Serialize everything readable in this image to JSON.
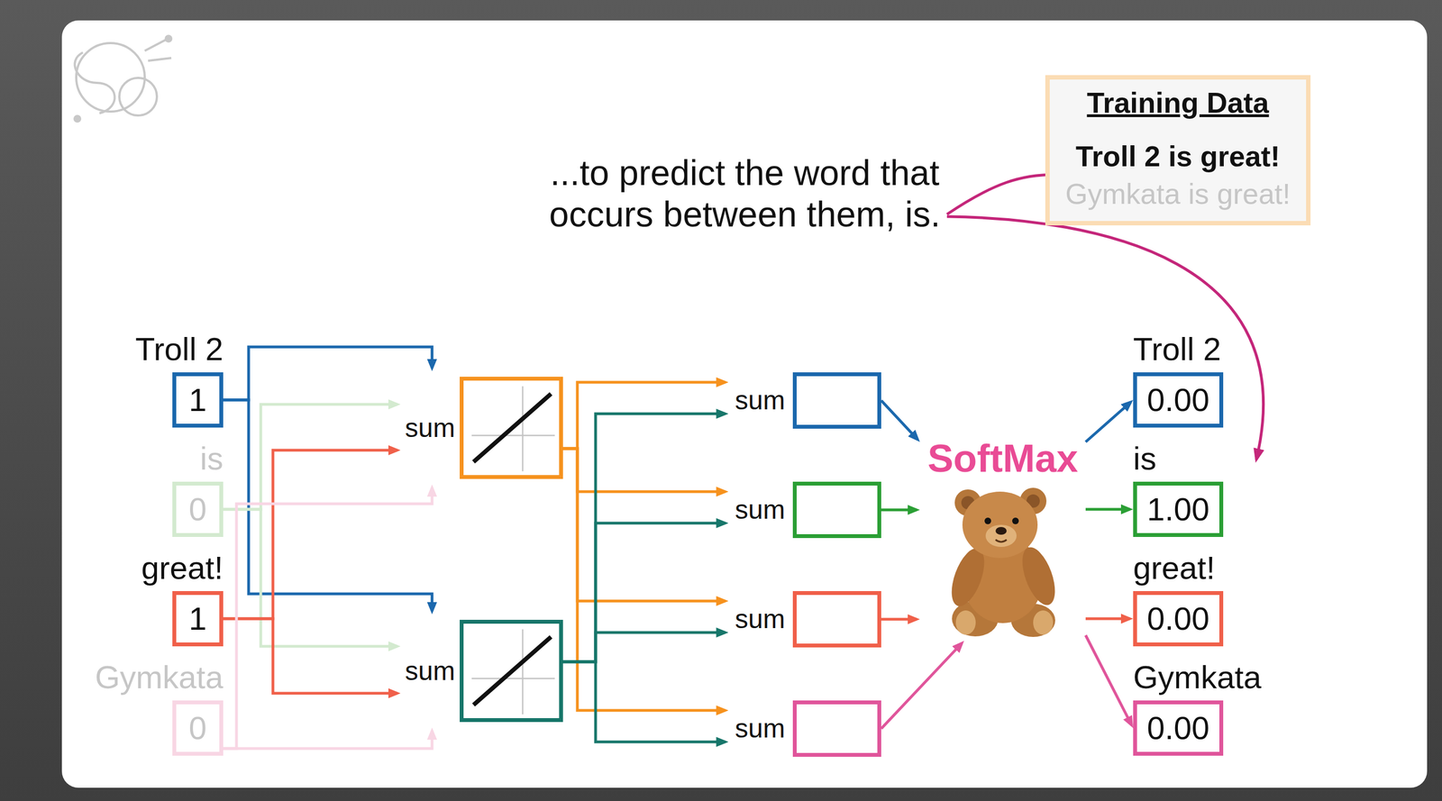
{
  "diagram": {
    "nodes": [
      {
        "text": [
          "Training Data",
          "Troll 2 is great!",
          "Gymkata is great!"
        ]
      },
      {
        "text": [
          "Troll 2",
          "1"
        ]
      },
      {
        "text": [
          "is",
          "0"
        ]
      },
      {
        "text": [
          "great!",
          "1"
        ]
      },
      {
        "text": [
          "Gymkata",
          "0"
        ]
      },
      {
        "text": [
          "sum"
        ]
      },
      {
        "text": [
          "sum"
        ]
      },
      {
        "text": [
          "sum"
        ]
      },
      {
        "text": [
          "sum"
        ]
      },
      {
        "text": [
          "sum"
        ]
      },
      {
        "text": [
          "sum"
        ]
      },
      {
        "text": [
          "SoftMax"
        ]
      },
      {
        "text": [
          "Troll 2",
          "0.00"
        ]
      },
      {
        "text": [
          "is",
          "1.00"
        ]
      },
      {
        "text": [
          "great!",
          "0.00"
        ]
      },
      {
        "text": [
          "Gymkata",
          "0.00"
        ]
      }
    ],
    "edges": [
      {
        "from": 1,
        "to": 5,
        "arrow": "to"
      },
      {
        "from": 1,
        "to": 6,
        "arrow": "to"
      },
      {
        "from": 2,
        "to": 5,
        "arrow": "to"
      },
      {
        "from": 2,
        "to": 6,
        "arrow": "to"
      },
      {
        "from": 3,
        "to": 5,
        "arrow": "to"
      },
      {
        "from": 3,
        "to": 6,
        "arrow": "to"
      },
      {
        "from": 4,
        "to": 5,
        "arrow": "to"
      },
      {
        "from": 4,
        "to": 6,
        "arrow": "to"
      },
      {
        "from": 5,
        "to": 7,
        "arrow": "to"
      },
      {
        "from": 5,
        "to": 8,
        "arrow": "to"
      },
      {
        "from": 5,
        "to": 9,
        "arrow": "to"
      },
      {
        "from": 5,
        "to": 10,
        "arrow": "to"
      },
      {
        "from": 6,
        "to": 7,
        "arrow": "to"
      },
      {
        "from": 6,
        "to": 8,
        "arrow": "to"
      },
      {
        "from": 6,
        "to": 9,
        "arrow": "to"
      },
      {
        "from": 6,
        "to": 10,
        "arrow": "to"
      },
      {
        "from": 7,
        "to": 11,
        "arrow": "to"
      },
      {
        "from": 8,
        "to": 11,
        "arrow": "to"
      },
      {
        "from": 9,
        "to": 11,
        "arrow": "to"
      },
      {
        "from": 10,
        "to": 11,
        "arrow": "to"
      },
      {
        "from": 11,
        "to": 12,
        "arrow": "to"
      },
      {
        "from": 11,
        "to": 13,
        "arrow": "to"
      },
      {
        "from": 11,
        "to": 14,
        "arrow": "to"
      },
      {
        "from": 11,
        "to": 15,
        "arrow": "to"
      }
    ],
    "labels": [
      "...to predict the word that occurs between them, is."
    ]
  }
}
